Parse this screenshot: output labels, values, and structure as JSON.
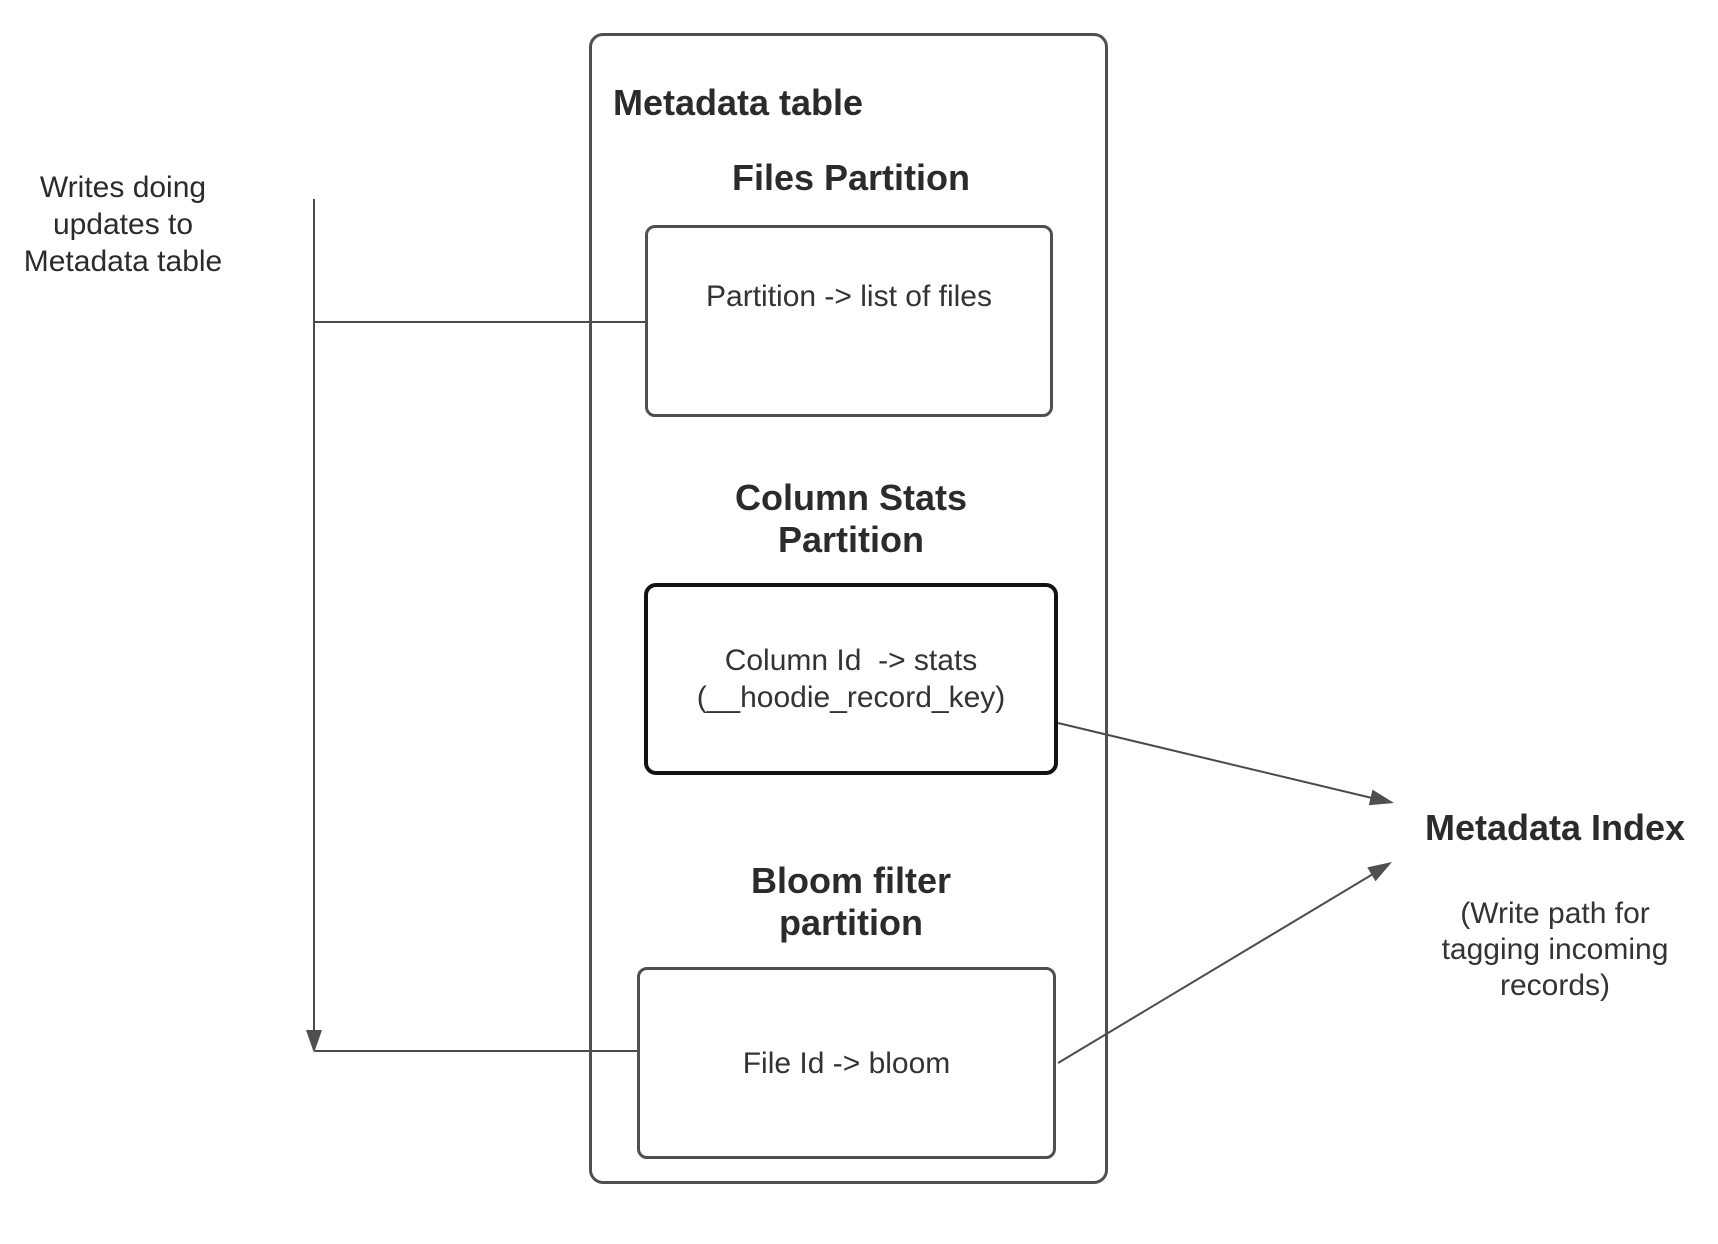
{
  "colors": {
    "background": "#ffffff",
    "connector_stroke": "#4a4a4a",
    "box_border": "#4f4f4f",
    "emphasis_box_border": "#121212",
    "heading_text": "#2b2b2b",
    "body_text": "#333333"
  },
  "left_note": {
    "lines": [
      "Writes doing",
      "updates to",
      "Metadata table"
    ]
  },
  "metadata_table": {
    "title": "Metadata table",
    "files_partition": {
      "heading": "Files Partition",
      "mapping": "Partition -> list of files"
    },
    "column_stats_partition": {
      "heading_line1": "Column Stats",
      "heading_line2": "Partition",
      "mapping_line1": "Column Id  -> stats",
      "mapping_line2": "(__hoodie_record_key)"
    },
    "bloom_filter_partition": {
      "heading_line1": "Bloom filter",
      "heading_line2": "partition",
      "mapping": "File Id -> bloom"
    }
  },
  "metadata_index": {
    "title": "Metadata Index",
    "subtitle_lines": [
      "(Write path for",
      "tagging incoming",
      "records)"
    ]
  }
}
